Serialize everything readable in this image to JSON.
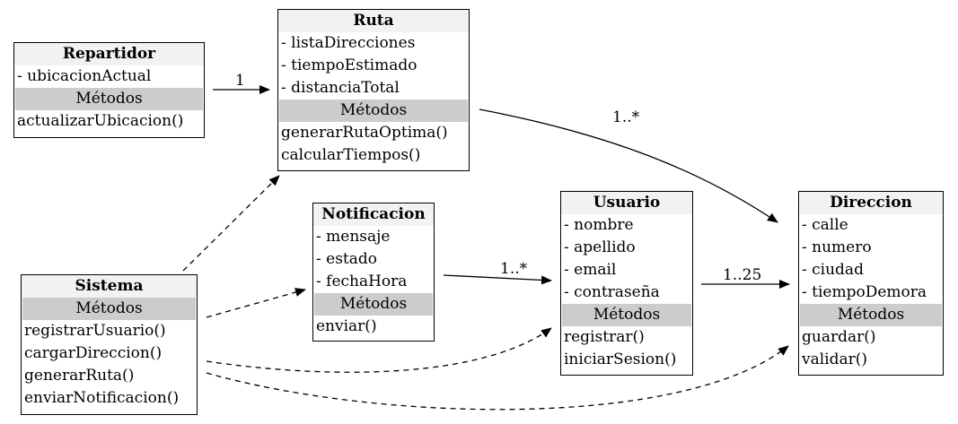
{
  "classes": {
    "repartidor": {
      "name": "Repartidor",
      "attributes": [
        "- ubicacionActual"
      ],
      "methods_label": "Métodos",
      "methods": [
        "actualizarUbicacion()"
      ]
    },
    "ruta": {
      "name": "Ruta",
      "attributes": [
        "- listaDirecciones",
        "- tiempoEstimado",
        "- distanciaTotal"
      ],
      "methods_label": "Métodos",
      "methods": [
        "generarRutaOptima()",
        "calcularTiempos()"
      ]
    },
    "notificacion": {
      "name": "Notificacion",
      "attributes": [
        "- mensaje",
        "- estado",
        "- fechaHora"
      ],
      "methods_label": "Métodos",
      "methods": [
        "enviar()"
      ]
    },
    "usuario": {
      "name": "Usuario",
      "attributes": [
        "- nombre",
        "- apellido",
        "- email",
        "- contraseña"
      ],
      "methods_label": "Métodos",
      "methods": [
        "registrar()",
        "iniciarSesion()"
      ]
    },
    "direccion": {
      "name": "Direccion",
      "attributes": [
        "- calle",
        "- numero",
        "- ciudad",
        "- tiempoDemora"
      ],
      "methods_label": "Métodos",
      "methods": [
        "guardar()",
        "validar()"
      ]
    },
    "sistema": {
      "name": "Sistema",
      "attributes": [],
      "methods_label": "Métodos",
      "methods": [
        "registrarUsuario()",
        "cargarDireccion()",
        "generarRuta()",
        "enviarNotificacion()"
      ]
    }
  },
  "relations": [
    {
      "from": "Repartidor",
      "to": "Ruta",
      "style": "solid",
      "multiplicity": "1"
    },
    {
      "from": "Ruta",
      "to": "Direccion",
      "style": "solid",
      "multiplicity": "1..*"
    },
    {
      "from": "Notificacion",
      "to": "Usuario",
      "style": "solid",
      "multiplicity": "1..*"
    },
    {
      "from": "Usuario",
      "to": "Direccion",
      "style": "solid",
      "multiplicity": "1..25"
    },
    {
      "from": "Sistema",
      "to": "Ruta",
      "style": "dashed",
      "multiplicity": ""
    },
    {
      "from": "Sistema",
      "to": "Notificacion",
      "style": "dashed",
      "multiplicity": ""
    },
    {
      "from": "Sistema",
      "to": "Usuario",
      "style": "dashed",
      "multiplicity": ""
    },
    {
      "from": "Sistema",
      "to": "Direccion",
      "style": "dashed",
      "multiplicity": ""
    }
  ]
}
